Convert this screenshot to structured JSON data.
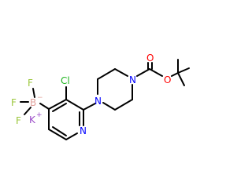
{
  "molecule": {
    "atoms": {
      "fluorine_top": "F",
      "fluorine_left": "F",
      "fluorine_bottom": "F",
      "boron": "B",
      "boron_charge": "−",
      "potassium": "K",
      "potassium_charge": "+",
      "chlorine": "Cl",
      "pyridine_nitrogen": "N",
      "piperazine_nitrogen_left": "N",
      "piperazine_nitrogen_right": "N",
      "carbonyl_oxygen": "O",
      "ester_oxygen": "O"
    }
  },
  "colors": {
    "bond": "#000000",
    "carbon": "#000000",
    "nitrogen": "#0000ff",
    "oxygen": "#ff0000",
    "fluorine": "#9bc63c",
    "chlorine": "#1fb51f",
    "boron": "#e2a19c",
    "potassium": "#9b4dc8",
    "background": "#ffffff"
  }
}
